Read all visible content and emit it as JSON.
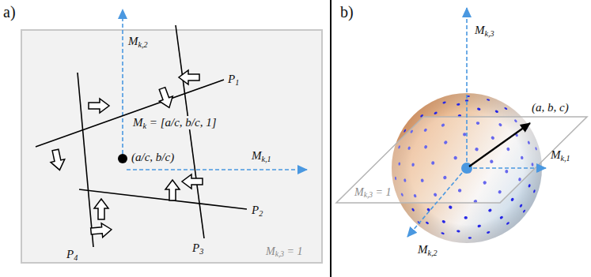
{
  "diagram": {
    "labels": [
      "a)",
      "Mk,2",
      "P1",
      "Mk = [a/c, b/c, 1]",
      "(a/c, b/c)",
      "Mk,1",
      "P2",
      "P4",
      "P3",
      "Mk,3 = 1",
      "b)",
      "Mk,3",
      "(a, b, c)",
      "Mk,1",
      "Mk,3 = 1",
      "Mk,2"
    ]
  }
}
